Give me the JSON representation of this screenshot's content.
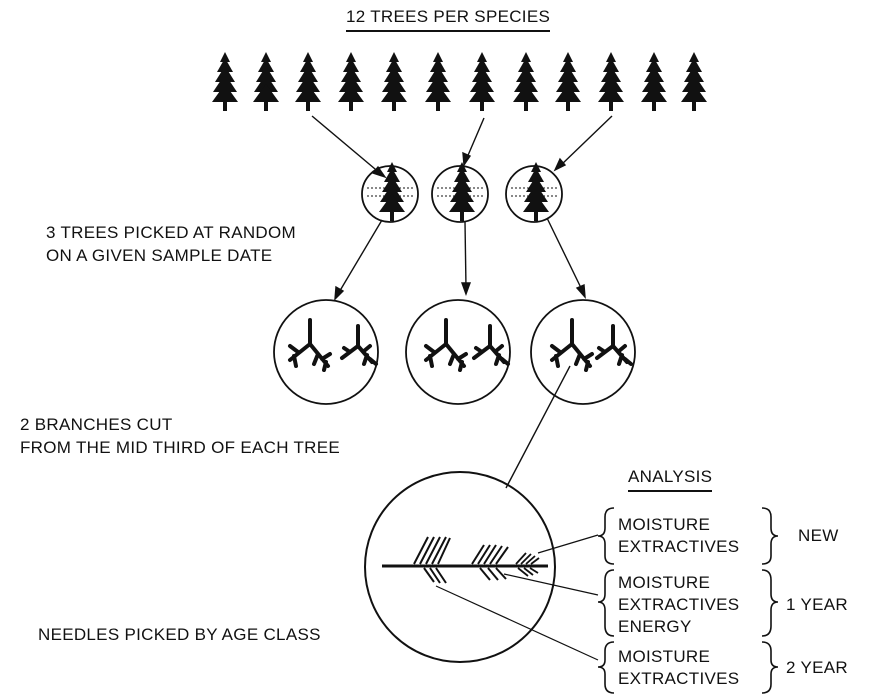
{
  "title": "12 TREES PER SPECIES",
  "step_trees_line1": "3 TREES PICKED AT RANDOM",
  "step_trees_line2": "ON A GIVEN SAMPLE DATE",
  "step_branches_line1": "2 BRANCHES CUT",
  "step_branches_line2": "FROM THE MID THIRD OF EACH TREE",
  "step_needles": "NEEDLES PICKED BY AGE CLASS",
  "analysis": {
    "heading": "ANALYSIS",
    "groups": [
      {
        "items": [
          "MOISTURE",
          "EXTRACTIVES"
        ],
        "age": "NEW"
      },
      {
        "items": [
          "MOISTURE",
          "EXTRACTIVES",
          "ENERGY"
        ],
        "age": "1 YEAR"
      },
      {
        "items": [
          "MOISTURE",
          "EXTRACTIVES"
        ],
        "age": "2 YEAR"
      }
    ]
  }
}
